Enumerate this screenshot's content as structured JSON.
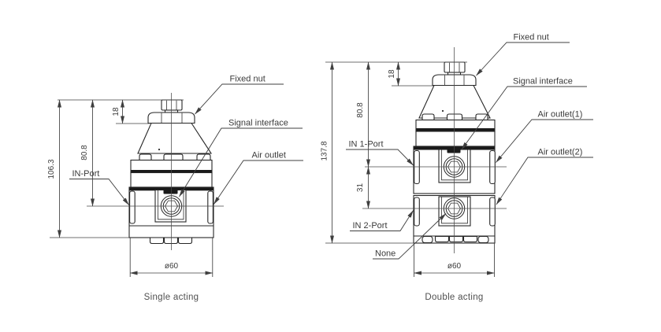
{
  "colors": {
    "line": "#262626",
    "dark_band": "#1a1a1a",
    "dimension": "#3f3f3f",
    "text": "#3a3a3a",
    "caption": "#4f4f4f",
    "background": "#ffffff"
  },
  "single": {
    "caption": "Single acting",
    "labels": {
      "fixed_nut": "Fixed nut",
      "signal_interface": "Signal interface",
      "air_outlet": "Air outlet",
      "in_port": "IN-Port"
    },
    "dims": {
      "overall_height": "106.3",
      "upper_height": "80.8",
      "nut_height": "18",
      "diameter": "ø60"
    }
  },
  "double": {
    "caption": "Double acting",
    "labels": {
      "fixed_nut": "Fixed nut",
      "signal_interface": "Signal interface",
      "air_outlet_1": "Air outlet(1)",
      "air_outlet_2": "Air outlet(2)",
      "in1_port": "IN 1-Port",
      "in2_port": "IN 2-Port",
      "none": "None"
    },
    "dims": {
      "overall_height": "137.8",
      "upper_height": "80.8",
      "nut_height": "18",
      "port_spacing": "31",
      "diameter": "ø60"
    }
  }
}
